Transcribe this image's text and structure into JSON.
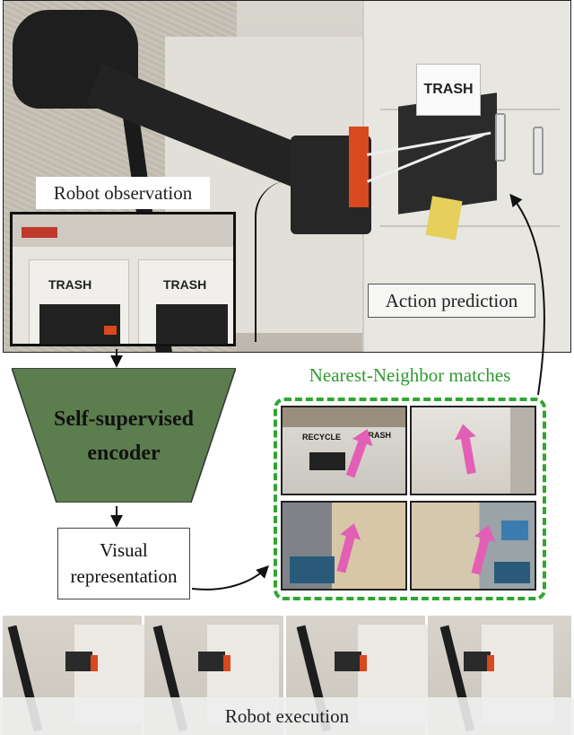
{
  "labels": {
    "robot_observation": "Robot observation",
    "action_prediction": "Action prediction",
    "encoder_line1": "Self-supervised",
    "encoder_line2": "encoder",
    "visual_line1": "Visual",
    "visual_line2": "representation",
    "nearest_neighbor": "Nearest-Neighbor matches",
    "robot_execution": "Robot execution"
  },
  "photo_text": {
    "trash_sign": "TRASH",
    "obs_sign_left": "TRASH",
    "obs_sign_right": "TRASH",
    "nn_sign_left": "RECYCLE",
    "nn_sign_right": "TRASH"
  },
  "colors": {
    "encoder_fill": "#5c7d4e",
    "nn_accent": "#2fa62f",
    "arrow_pink": "#e35fb5",
    "gripper_orange": "#d9481f"
  }
}
